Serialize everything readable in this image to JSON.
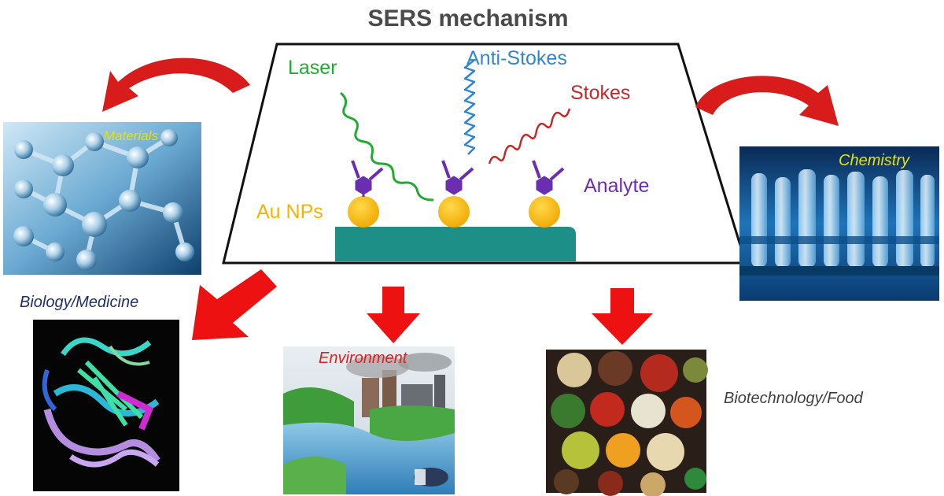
{
  "title": "SERS mechanism",
  "mechanism": {
    "laser": "Laser",
    "anti_stokes": "Anti-Stokes",
    "stokes": "Stokes",
    "analyte": "Analyte",
    "au_nps": "Au NPs"
  },
  "applications": {
    "materials": "Materials",
    "chemistry": "Chemistry",
    "biology": "Biology/Medicine",
    "environment": "Environment",
    "biotech": "Biotechnology/Food"
  },
  "colors": {
    "laser": "#22aa33",
    "anti_stokes": "#2f86d2",
    "stokes": "#c22a2a",
    "analyte": "#6a2fb0",
    "au_np": "#f5b800",
    "substrate": "#1d8f87",
    "arrow": "#ee1111",
    "label_yellow": "#e8e200",
    "label_navy": "#1f2f6b",
    "label_gray": "#404040"
  }
}
